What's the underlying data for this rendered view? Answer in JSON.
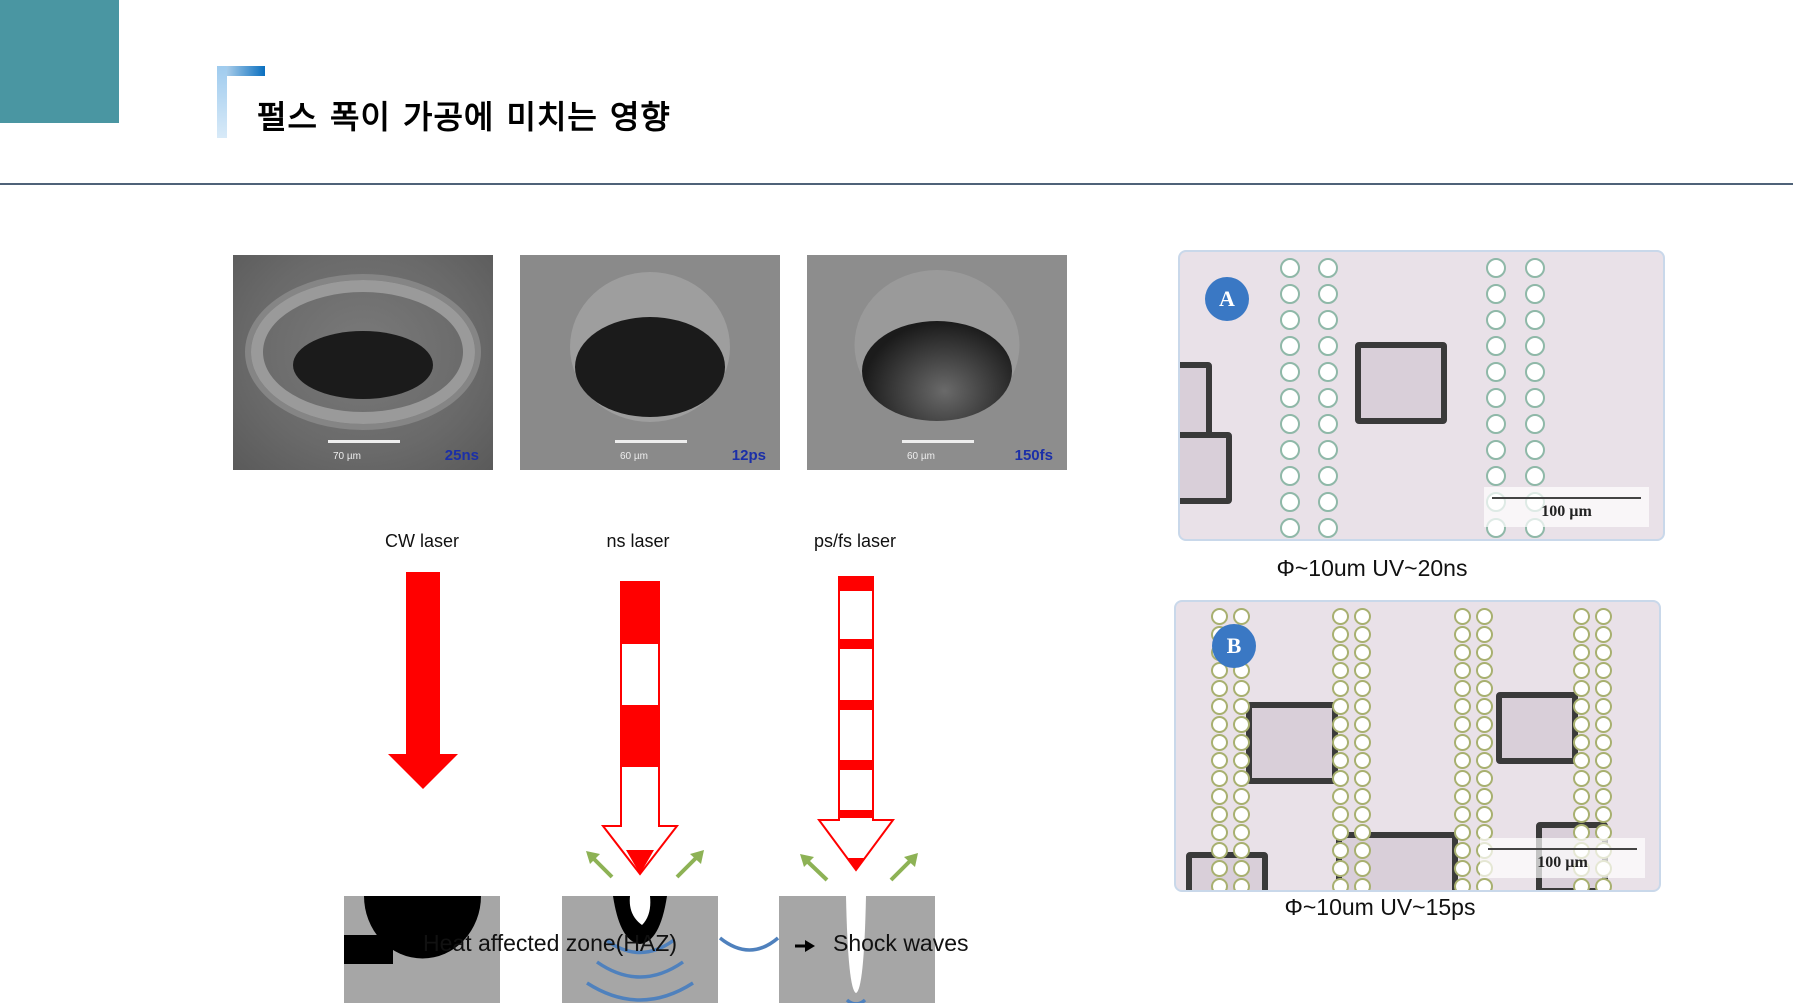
{
  "header": {
    "title": "펄스 폭이 가공에 미치는 영향"
  },
  "sem_images": [
    {
      "scale": "70 µm",
      "pulse": "25ns"
    },
    {
      "scale": "60 µm",
      "pulse": "12ps"
    },
    {
      "scale": "60 µm",
      "pulse": "150fs"
    }
  ],
  "diagram": {
    "lasers": [
      {
        "label": "CW  laser",
        "icon": "solid-arrow"
      },
      {
        "label": "ns  laser",
        "icon": "striped-arrow"
      },
      {
        "label": "ps/fs  laser",
        "icon": "thin-striped-arrow"
      }
    ],
    "legend": {
      "haz": "Heat affected zone(HAZ)",
      "shock": "Shock waves"
    },
    "colors": {
      "laser": "#ff0000",
      "material": "#a6a6a6",
      "shock": "#4f81bd",
      "ejecta": "#8db255"
    }
  },
  "micrographs": [
    {
      "badge": "A",
      "scale": "100 µm",
      "caption": "Φ~10um   UV~20ns"
    },
    {
      "badge": "B",
      "scale": "100 µm",
      "caption": "Φ~10um   UV~15ps"
    }
  ]
}
